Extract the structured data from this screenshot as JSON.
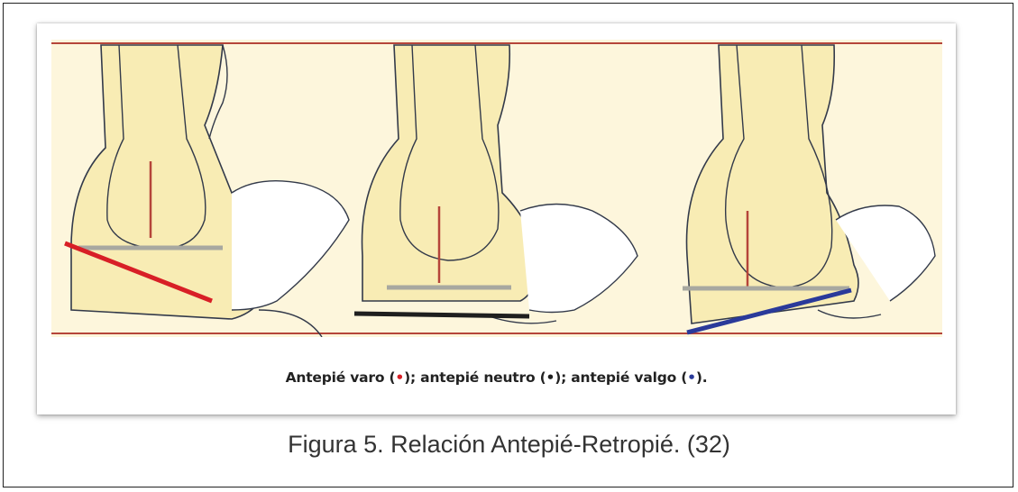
{
  "figure": {
    "legend": {
      "parts": [
        {
          "text": "Antepié varo (",
          "dot_color": "#d81f26",
          "close": ");"
        },
        {
          "text": " antepié neutro (",
          "dot_color": "#1f1f1f",
          "close": ");"
        },
        {
          "text": " antepié valgo (",
          "dot_color": "#2a3a9a",
          "close": ")."
        }
      ],
      "dot": "•"
    },
    "panels": [
      {
        "name": "antepie-varo",
        "forefoot_line_color": "#d81f26"
      },
      {
        "name": "antepie-neutro",
        "forefoot_line_color": "#1f1f1f"
      },
      {
        "name": "antepie-valgo",
        "forefoot_line_color": "#2a3a9a"
      }
    ],
    "colors": {
      "background_fill": "#fdf6dc",
      "border_lines": "#b5453a",
      "heel_fill": "#f8ecb4",
      "outline": "#333a4a",
      "bisection_line": "#b5453a",
      "rearfoot_line": "#a8a8a0"
    }
  },
  "caption": "Figura 5. Relación Antepié-Retropié. (32)"
}
